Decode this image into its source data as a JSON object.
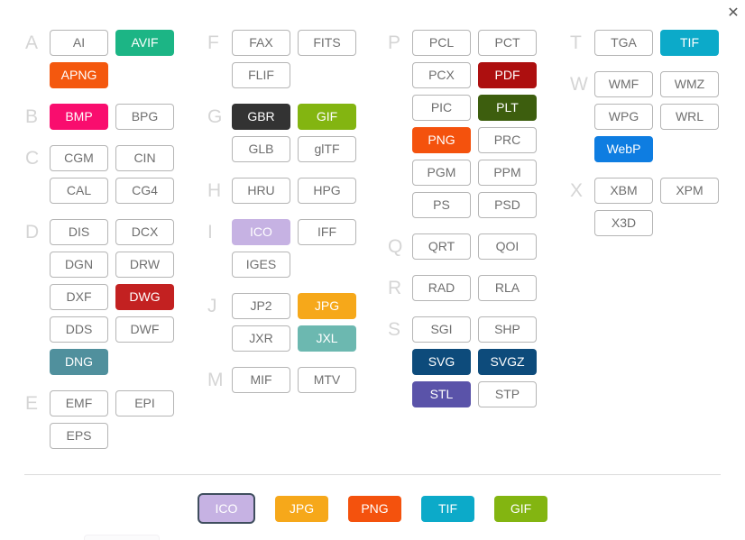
{
  "dialog": {
    "close_glyph": "✕"
  },
  "sections": [
    {
      "letter": "A",
      "col": 1,
      "rows": [
        [
          {
            "label": "AI"
          },
          {
            "label": "AVIF",
            "bg": "#1cb585"
          }
        ],
        [
          {
            "label": "APNG",
            "bg": "#f4580e"
          }
        ]
      ]
    },
    {
      "letter": "B",
      "col": 1,
      "rows": [
        [
          {
            "label": "BMP",
            "bg": "#f90d6e"
          },
          {
            "label": "BPG"
          }
        ]
      ]
    },
    {
      "letter": "C",
      "col": 1,
      "rows": [
        [
          {
            "label": "CGM"
          },
          {
            "label": "CIN"
          }
        ],
        [
          {
            "label": "CAL"
          },
          {
            "label": "CG4"
          }
        ]
      ]
    },
    {
      "letter": "D",
      "col": 1,
      "rows": [
        [
          {
            "label": "DIS"
          },
          {
            "label": "DCX"
          }
        ],
        [
          {
            "label": "DGN"
          },
          {
            "label": "DRW"
          }
        ],
        [
          {
            "label": "DXF"
          },
          {
            "label": "DWG",
            "bg": "#c32121"
          }
        ],
        [
          {
            "label": "DDS"
          },
          {
            "label": "DWF"
          }
        ],
        [
          {
            "label": "DNG",
            "bg": "#50909d"
          }
        ]
      ]
    },
    {
      "letter": "E",
      "col": 1,
      "rows": [
        [
          {
            "label": "EMF"
          },
          {
            "label": "EPI"
          }
        ],
        [
          {
            "label": "EPS"
          }
        ]
      ]
    },
    {
      "letter": "F",
      "col": 2,
      "rows": [
        [
          {
            "label": "FAX"
          },
          {
            "label": "FITS"
          }
        ],
        [
          {
            "label": "FLIF"
          }
        ]
      ]
    },
    {
      "letter": "G",
      "col": 2,
      "rows": [
        [
          {
            "label": "GBR",
            "bg": "#333333"
          },
          {
            "label": "GIF",
            "bg": "#83b511"
          }
        ],
        [
          {
            "label": "GLB"
          },
          {
            "label": "glTF"
          }
        ]
      ]
    },
    {
      "letter": "H",
      "col": 2,
      "rows": [
        [
          {
            "label": "HRU"
          },
          {
            "label": "HPG"
          }
        ]
      ]
    },
    {
      "letter": "I",
      "col": 2,
      "rows": [
        [
          {
            "label": "ICO",
            "bg": "#c6b2e3"
          },
          {
            "label": "IFF"
          }
        ],
        [
          {
            "label": "IGES"
          }
        ]
      ]
    },
    {
      "letter": "J",
      "col": 2,
      "rows": [
        [
          {
            "label": "JP2"
          },
          {
            "label": "JPG",
            "bg": "#f6a81a"
          }
        ],
        [
          {
            "label": "JXR"
          },
          {
            "label": "JXL",
            "bg": "#6cb8b0"
          }
        ]
      ]
    },
    {
      "letter": "M",
      "col": 2,
      "rows": [
        [
          {
            "label": "MIF"
          },
          {
            "label": "MTV"
          }
        ]
      ]
    },
    {
      "letter": "P",
      "col": 3,
      "rows": [
        [
          {
            "label": "PCL"
          },
          {
            "label": "PCT"
          }
        ],
        [
          {
            "label": "PCX"
          },
          {
            "label": "PDF",
            "bg": "#ad0f0f"
          }
        ],
        [
          {
            "label": "PIC"
          },
          {
            "label": "PLT",
            "bg": "#3d5e0e"
          }
        ],
        [
          {
            "label": "PNG",
            "bg": "#f4520d"
          },
          {
            "label": "PRC"
          }
        ],
        [
          {
            "label": "PGM"
          },
          {
            "label": "PPM"
          }
        ],
        [
          {
            "label": "PS"
          },
          {
            "label": "PSD"
          }
        ]
      ]
    },
    {
      "letter": "Q",
      "col": 3,
      "rows": [
        [
          {
            "label": "QRT"
          },
          {
            "label": "QOI"
          }
        ]
      ]
    },
    {
      "letter": "R",
      "col": 3,
      "rows": [
        [
          {
            "label": "RAD"
          },
          {
            "label": "RLA"
          }
        ]
      ]
    },
    {
      "letter": "S",
      "col": 3,
      "rows": [
        [
          {
            "label": "SGI"
          },
          {
            "label": "SHP"
          }
        ],
        [
          {
            "label": "SVG",
            "bg": "#0d4b7b"
          },
          {
            "label": "SVGZ",
            "bg": "#0d4b7b"
          }
        ],
        [
          {
            "label": "STL",
            "bg": "#5a53a9"
          },
          {
            "label": "STP"
          }
        ]
      ]
    },
    {
      "letter": "T",
      "col": 4,
      "rows": [
        [
          {
            "label": "TGA"
          },
          {
            "label": "TIF",
            "bg": "#0caac9"
          }
        ]
      ]
    },
    {
      "letter": "W",
      "col": 4,
      "rows": [
        [
          {
            "label": "WMF"
          },
          {
            "label": "WMZ"
          }
        ],
        [
          {
            "label": "WPG"
          },
          {
            "label": "WRL"
          }
        ],
        [
          {
            "label": "WebP",
            "bg": "#0e7de1"
          }
        ]
      ]
    },
    {
      "letter": "X",
      "col": 4,
      "rows": [
        [
          {
            "label": "XBM"
          },
          {
            "label": "XPM"
          }
        ],
        [
          {
            "label": "X3D"
          }
        ]
      ]
    }
  ],
  "footer": {
    "selected_formats": [
      {
        "label": "ICO",
        "bg": "#c6b2e3",
        "border": "#3f4e5e",
        "focused": true
      },
      {
        "label": "JPG",
        "bg": "#f6a81a"
      },
      {
        "label": "PNG",
        "bg": "#f4520d"
      },
      {
        "label": "TIF",
        "bg": "#0caac9"
      },
      {
        "label": "GIF",
        "bg": "#83b511"
      }
    ]
  }
}
